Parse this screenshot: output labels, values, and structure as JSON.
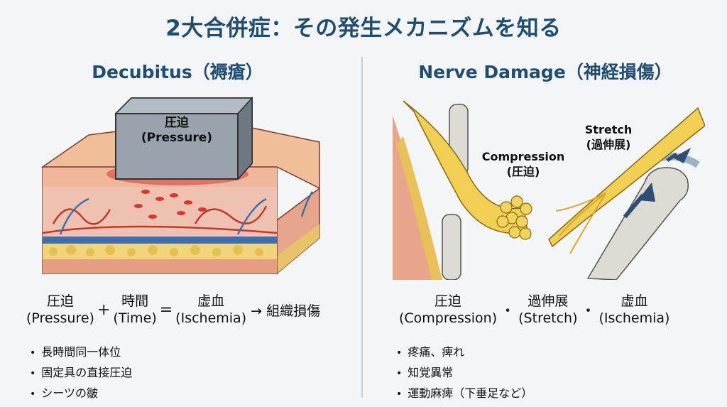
{
  "title": "2大合併症：その発生メカニズムを知る",
  "left": {
    "heading": "Decubitus（褥瘡）",
    "block_label": {
      "jp": "圧迫",
      "en": "(Pressure)"
    },
    "formula": {
      "t1": {
        "jp": "圧迫",
        "en": "(Pressure)"
      },
      "plus": "+",
      "t2": {
        "jp": "時間",
        "en": "(Time)"
      },
      "eq": "=",
      "t3": {
        "jp": "虚血",
        "en": "(Ischemia)"
      },
      "result": "→ 組織損傷"
    },
    "bullets": [
      "長時間同一体位",
      "固定具の直接圧迫",
      "シーツの皺"
    ]
  },
  "right": {
    "heading": "Nerve Damage（神経損傷）",
    "compression_label": {
      "en": "Compression",
      "jp": "(圧迫)"
    },
    "stretch_label": {
      "en": "Stretch",
      "jp": "(過伸展)"
    },
    "factors": {
      "f1": {
        "jp": "圧迫",
        "en": "(Compression)"
      },
      "dot1": "・",
      "f2": {
        "jp": "過伸展",
        "en": "(Stretch)"
      },
      "dot2": "・",
      "f3": {
        "jp": "虚血",
        "en": "(Ischemia)"
      }
    },
    "bullets": [
      "疼痛、痺れ",
      "知覚異常",
      "運動麻痺（下垂足など）"
    ]
  }
}
